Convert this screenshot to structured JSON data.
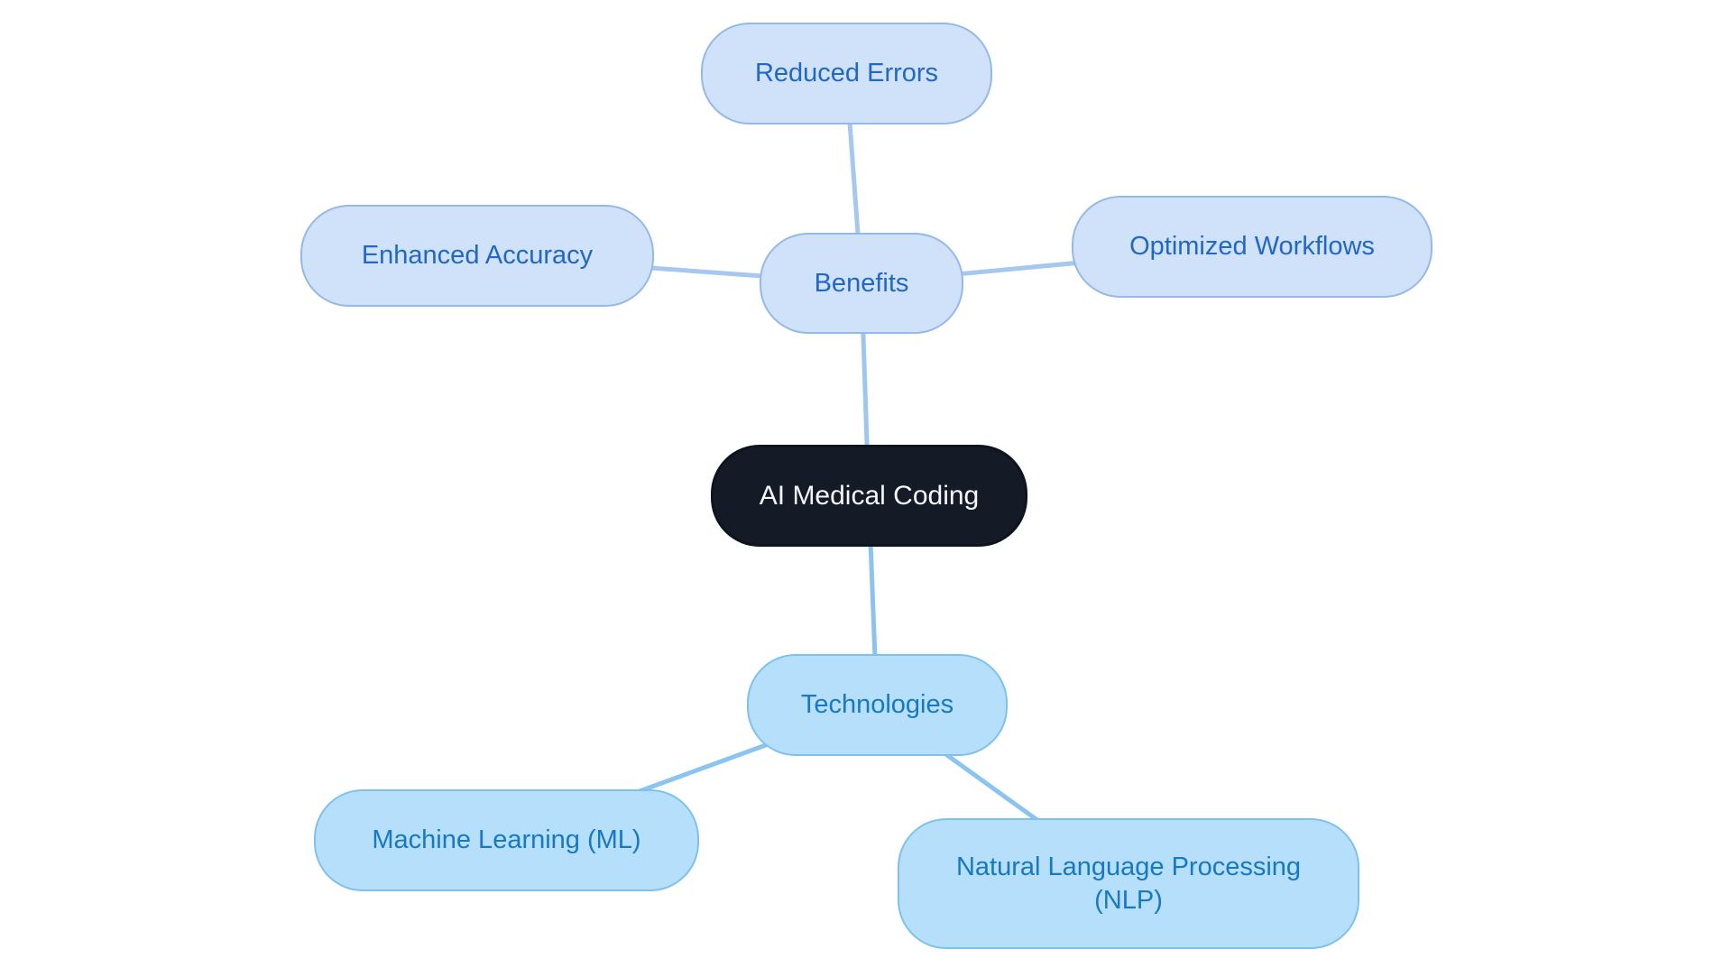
{
  "diagram": {
    "type": "mindmap",
    "background_color": "#ffffff"
  },
  "nodes": {
    "central": {
      "label": "AI Medical Coding",
      "fill": "#141b26",
      "text_color": "#f5f7fa"
    },
    "benefits": {
      "label": "Benefits",
      "fill": "#cfe2f9",
      "border": "#94b9e8",
      "text_color": "#2267c6"
    },
    "reduced_errors": {
      "label": "Reduced Errors",
      "fill": "#cfe2f9",
      "border": "#94b9e8",
      "text_color": "#2267c6"
    },
    "enhanced_accuracy": {
      "label": "Enhanced Accuracy",
      "fill": "#cfe2f9",
      "border": "#94b9e8",
      "text_color": "#2267c6"
    },
    "optimized_workflows": {
      "label": "Optimized Workflows",
      "fill": "#cfe2f9",
      "border": "#94b9e8",
      "text_color": "#2267c6"
    },
    "technologies": {
      "label": "Technologies",
      "fill": "#b5dffa",
      "border": "#7fc1ed",
      "text_color": "#1878c2"
    },
    "machine_learning": {
      "label": "Machine Learning (ML)",
      "fill": "#b5dffa",
      "border": "#7fc1ed",
      "text_color": "#1878c2"
    },
    "nlp": {
      "label": "Natural Language Processing (NLP)",
      "fill": "#b5dffa",
      "border": "#7fc1ed",
      "text_color": "#1878c2"
    }
  },
  "edges": [
    {
      "from": "central",
      "to": "benefits"
    },
    {
      "from": "central",
      "to": "technologies"
    },
    {
      "from": "benefits",
      "to": "reduced_errors"
    },
    {
      "from": "benefits",
      "to": "enhanced_accuracy"
    },
    {
      "from": "benefits",
      "to": "optimized_workflows"
    },
    {
      "from": "technologies",
      "to": "machine_learning"
    },
    {
      "from": "technologies",
      "to": "nlp"
    }
  ],
  "edge_colors": {
    "root_to_benefits": "#9ec7f0",
    "root_to_technologies": "#8cc2ef",
    "benefits_branch": "#a6c8ee",
    "technologies_branch": "#8ac4f0"
  }
}
